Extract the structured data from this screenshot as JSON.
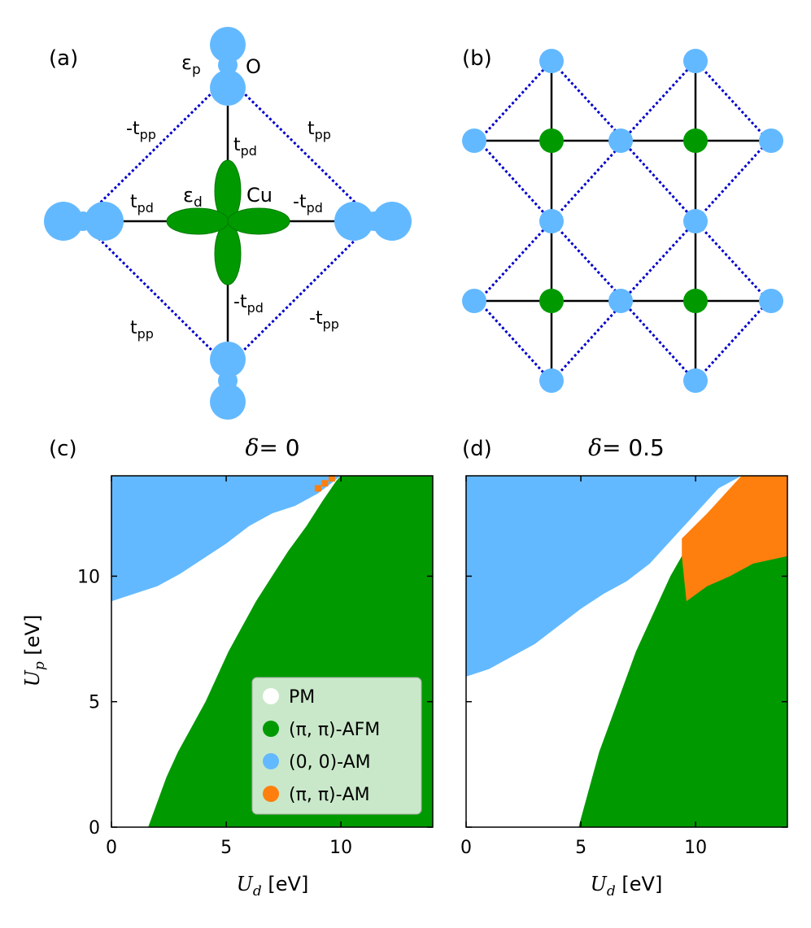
{
  "colors": {
    "oxygen": "#63b9ff",
    "copper": "#009a00",
    "bond": "#000000",
    "pp_bond": "#0000cc",
    "PM": "#ffffff",
    "AFM": "#009a00",
    "AM00": "#63b9ff",
    "AMpipi": "#ff7f0e",
    "legend_bg": "#c9e8c9"
  },
  "panel_a": {
    "label": "(a)",
    "site_O": "O",
    "site_Cu": "Cu",
    "eps_p": "ε",
    "eps_p_sub": "p",
    "eps_d": "ε",
    "eps_d_sub": "d",
    "hop_labels": [
      {
        "main": "-t",
        "sub": "pp"
      },
      {
        "main": "t",
        "sub": "pp"
      },
      {
        "main": "t",
        "sub": "pd"
      },
      {
        "main": "t",
        "sub": "pd"
      },
      {
        "main": "-t",
        "sub": "pd"
      },
      {
        "main": "-t",
        "sub": "pd"
      },
      {
        "main": "t",
        "sub": "pp"
      },
      {
        "main": "-t",
        "sub": "pp"
      }
    ]
  },
  "panel_b": {
    "label": "(b)"
  },
  "chart_data": [
    {
      "type": "heatmap",
      "panel": "(c)",
      "title_symbol": "δ",
      "title_value": "= 0",
      "xlabel_symbol": "U",
      "xlabel_sub": "d",
      "xlabel_unit": " [eV]",
      "ylabel_symbol": "U",
      "ylabel_sub": "p",
      "ylabel_unit": " [eV]",
      "xlim": [
        0,
        14
      ],
      "ylim": [
        0,
        14
      ],
      "xticks": [
        "0",
        "5",
        "10"
      ],
      "yticks": [
        "0",
        "5",
        "10"
      ],
      "regions": {
        "AFM_lower_boundary": [
          [
            1.6,
            0
          ],
          [
            2.0,
            1
          ],
          [
            2.4,
            2
          ],
          [
            2.9,
            3
          ],
          [
            3.5,
            4
          ],
          [
            4.1,
            5
          ],
          [
            4.6,
            6
          ],
          [
            5.1,
            7
          ],
          [
            5.7,
            8
          ],
          [
            6.3,
            9
          ],
          [
            7.0,
            10
          ],
          [
            7.7,
            11
          ],
          [
            8.5,
            12
          ],
          [
            9.2,
            13
          ],
          [
            9.8,
            13.8
          ],
          [
            10.0,
            14
          ]
        ],
        "AM00_lower_boundary": [
          [
            0,
            9.0
          ],
          [
            1.0,
            9.3
          ],
          [
            2.0,
            9.6
          ],
          [
            3.0,
            10.1
          ],
          [
            4.0,
            10.7
          ],
          [
            5.0,
            11.3
          ],
          [
            6.0,
            12.0
          ],
          [
            7.0,
            12.5
          ],
          [
            8.0,
            12.8
          ],
          [
            9.0,
            13.3
          ],
          [
            10.0,
            14
          ]
        ],
        "AMpipi_points": [
          [
            9.0,
            13.5
          ],
          [
            9.3,
            13.7
          ],
          [
            9.6,
            13.9
          ]
        ]
      },
      "legend": [
        {
          "label": "PM",
          "color": "#ffffff"
        },
        {
          "label": "(π, π)-AFM",
          "color": "#009a00"
        },
        {
          "label": "(0, 0)-AM",
          "color": "#63b9ff"
        },
        {
          "label": "(π, π)-AM",
          "color": "#ff7f0e"
        }
      ],
      "legend_placement": "lower-right"
    },
    {
      "type": "heatmap",
      "panel": "(d)",
      "title_symbol": "δ",
      "title_value": "= 0.5",
      "xlabel_symbol": "U",
      "xlabel_sub": "d",
      "xlabel_unit": " [eV]",
      "xlim": [
        0,
        14
      ],
      "ylim": [
        0,
        14
      ],
      "xticks": [
        "0",
        "5",
        "10"
      ],
      "regions": {
        "AFM_lower_boundary": [
          [
            4.9,
            0
          ],
          [
            5.2,
            1
          ],
          [
            5.5,
            2
          ],
          [
            5.8,
            3
          ],
          [
            6.2,
            4
          ],
          [
            6.6,
            5
          ],
          [
            7.0,
            6
          ],
          [
            7.4,
            7
          ],
          [
            7.9,
            8
          ],
          [
            8.4,
            9
          ],
          [
            8.9,
            10
          ],
          [
            9.4,
            10.8
          ]
        ],
        "AM00_lower_boundary": [
          [
            0,
            6.0
          ],
          [
            1.0,
            6.3
          ],
          [
            2.0,
            6.8
          ],
          [
            3.0,
            7.3
          ],
          [
            4.0,
            8.0
          ],
          [
            5.0,
            8.7
          ],
          [
            6.0,
            9.3
          ],
          [
            7.0,
            9.8
          ],
          [
            8.0,
            10.5
          ],
          [
            9.0,
            11.5
          ],
          [
            10.0,
            12.5
          ],
          [
            11.0,
            13.5
          ],
          [
            12.0,
            14
          ]
        ],
        "AMpipi_region": [
          [
            9.4,
            10.8
          ],
          [
            9.6,
            9.0
          ],
          [
            10.5,
            9.6
          ],
          [
            11.5,
            10.0
          ],
          [
            12.5,
            10.5
          ],
          [
            14,
            10.8
          ],
          [
            14,
            14
          ],
          [
            12.0,
            14
          ],
          [
            10.5,
            12.5
          ],
          [
            9.4,
            11.5
          ]
        ]
      }
    }
  ]
}
